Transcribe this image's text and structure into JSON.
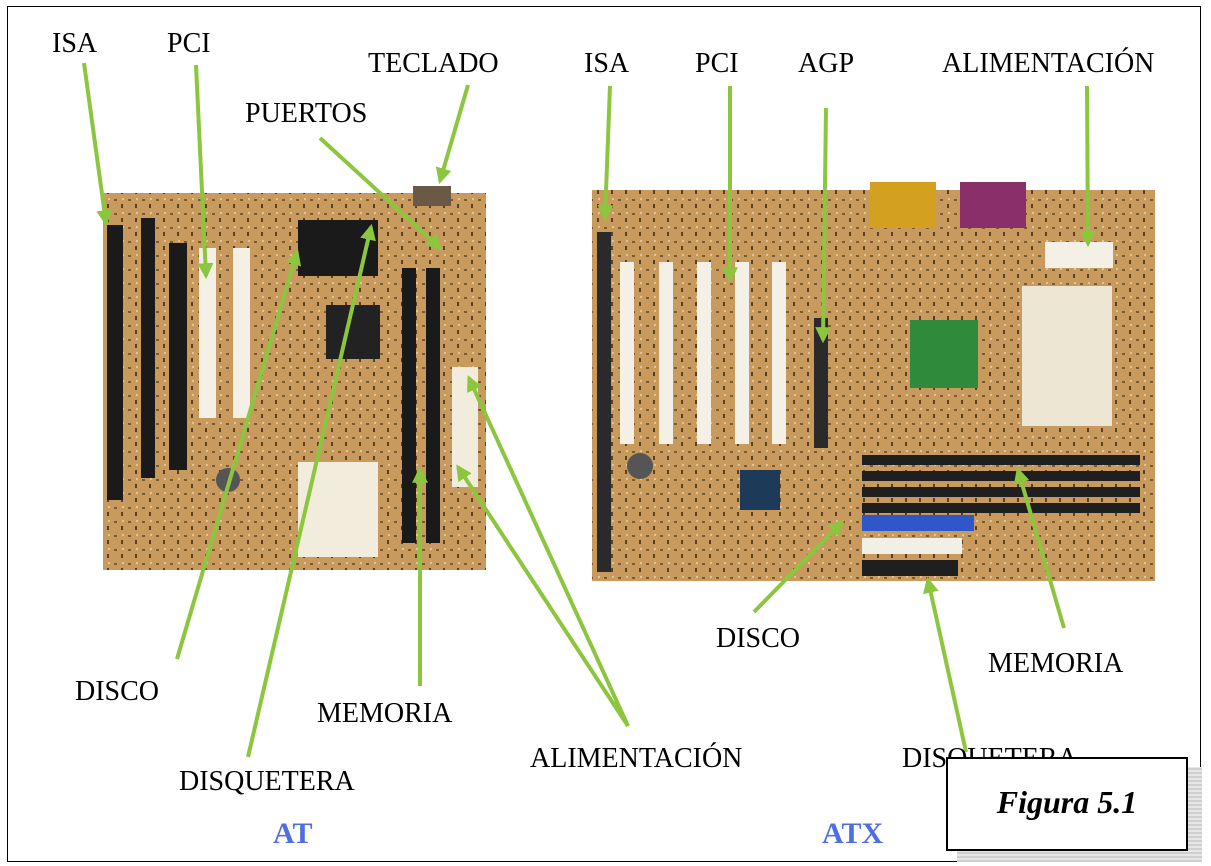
{
  "at": {
    "title": "AT",
    "labels": {
      "isa": "ISA",
      "pci": "PCI",
      "teclado": "TECLADO",
      "puertos": "PUERTOS",
      "disco": "DISCO",
      "memoria": "MEMORIA",
      "disquetera": "DISQUETERA"
    }
  },
  "atx": {
    "title": "ATX",
    "labels": {
      "isa": "ISA",
      "pci": "PCI",
      "agp": "AGP",
      "alimentacion": "ALIMENTACIÓN",
      "disco": "DISCO",
      "memoria": "MEMORIA",
      "disquetera": "DISQUETERA"
    }
  },
  "shared": {
    "alimentacion": "ALIMENTACIÓN"
  },
  "figure_caption": "Figura 5.1",
  "colors": {
    "arrow": "#8cc63f",
    "title": "#4f6fe0",
    "board": "#c9a06a"
  }
}
